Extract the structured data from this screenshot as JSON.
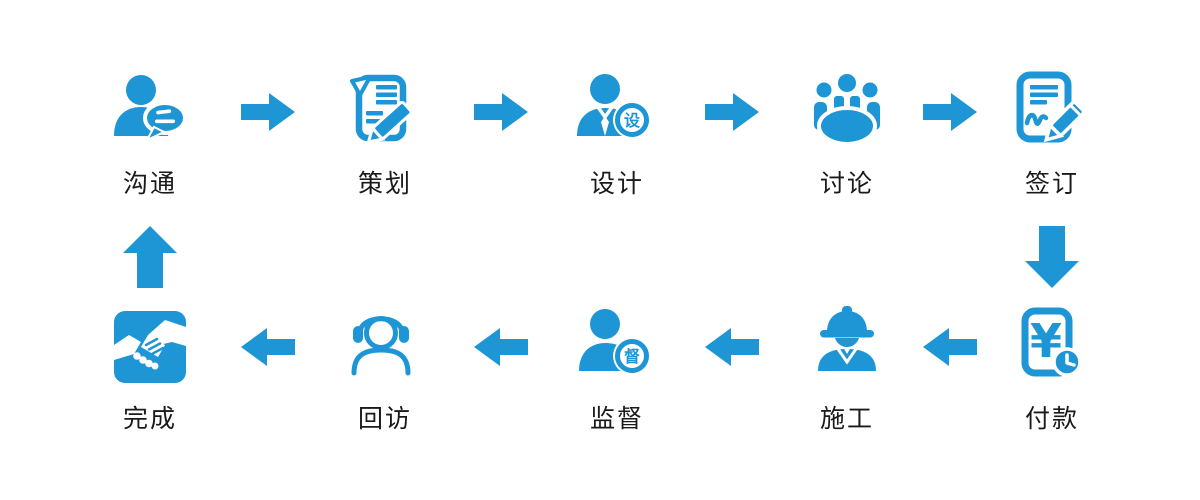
{
  "colors": {
    "accent": "#1E96D5",
    "label": "#1a1a1a",
    "background": "#FFFFFF"
  },
  "flow": {
    "top_row": [
      {
        "label": "沟通",
        "icon": "person-chat-icon"
      },
      {
        "label": "策划",
        "icon": "document-pencil-icon"
      },
      {
        "label": "设计",
        "icon": "designer-person-icon",
        "badge": "设"
      },
      {
        "label": "讨论",
        "icon": "meeting-group-icon"
      },
      {
        "label": "签订",
        "icon": "contract-signing-icon"
      }
    ],
    "bottom_row": [
      {
        "label": "付款",
        "icon": "payment-clock-icon",
        "currency_symbol": "¥"
      },
      {
        "label": "施工",
        "icon": "construction-worker-icon"
      },
      {
        "label": "监督",
        "icon": "supervisor-person-icon",
        "badge": "督"
      },
      {
        "label": "回访",
        "icon": "headset-person-icon"
      },
      {
        "label": "完成",
        "icon": "handshake-icon"
      }
    ],
    "top_arrow_direction": "right",
    "bottom_arrow_direction": "left",
    "left_connector_direction": "up",
    "right_connector_direction": "down"
  }
}
